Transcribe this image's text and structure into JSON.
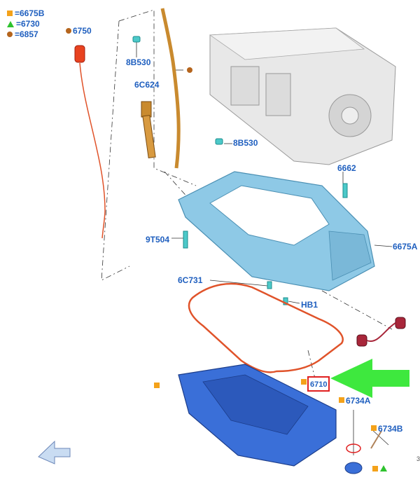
{
  "legend": [
    {
      "symbol": "square-orange",
      "text": "=6675B"
    },
    {
      "symbol": "triangle-green",
      "text": "=6730"
    },
    {
      "symbol": "dot-brown",
      "text": "=6857"
    }
  ],
  "labels": {
    "dipstick": "6750",
    "bolt_top": "8B530",
    "bolt_mid": "8B530",
    "tube": "6C624",
    "stud": "6662",
    "bolt_side": "9T504",
    "upper_pan": "6675A",
    "bolt_low": "6C731",
    "hb": "HB1",
    "gasket": "6710",
    "drain_washer": "6734A",
    "drain_plug": "6734B"
  },
  "colors": {
    "label_blue": "#1f5fbf",
    "orange": "#f4a21a",
    "green": "#2ec22e",
    "brown": "#b5651d",
    "upper_pan": "#8ec9e6",
    "lower_pan": "#3a6fd8",
    "gasket": "#e0532a",
    "highlight": "#e02020"
  },
  "corner_text": "3"
}
